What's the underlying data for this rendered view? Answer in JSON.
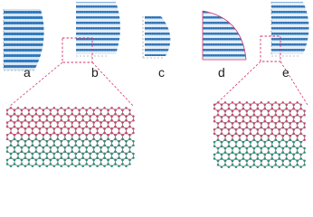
{
  "figure": {
    "panels": [
      {
        "label": "a"
      },
      {
        "label": "b"
      },
      {
        "label": "c"
      },
      {
        "label": "d"
      },
      {
        "label": "e"
      }
    ],
    "colors": {
      "stripe_blue": "#3f86c8",
      "stripe_light": "#cfe2f4",
      "zoom_box": "#d2336e",
      "atom_top": "#c8476f",
      "atom_bottom": "#2a8f7b",
      "bond": "#8a8a8a"
    }
  }
}
